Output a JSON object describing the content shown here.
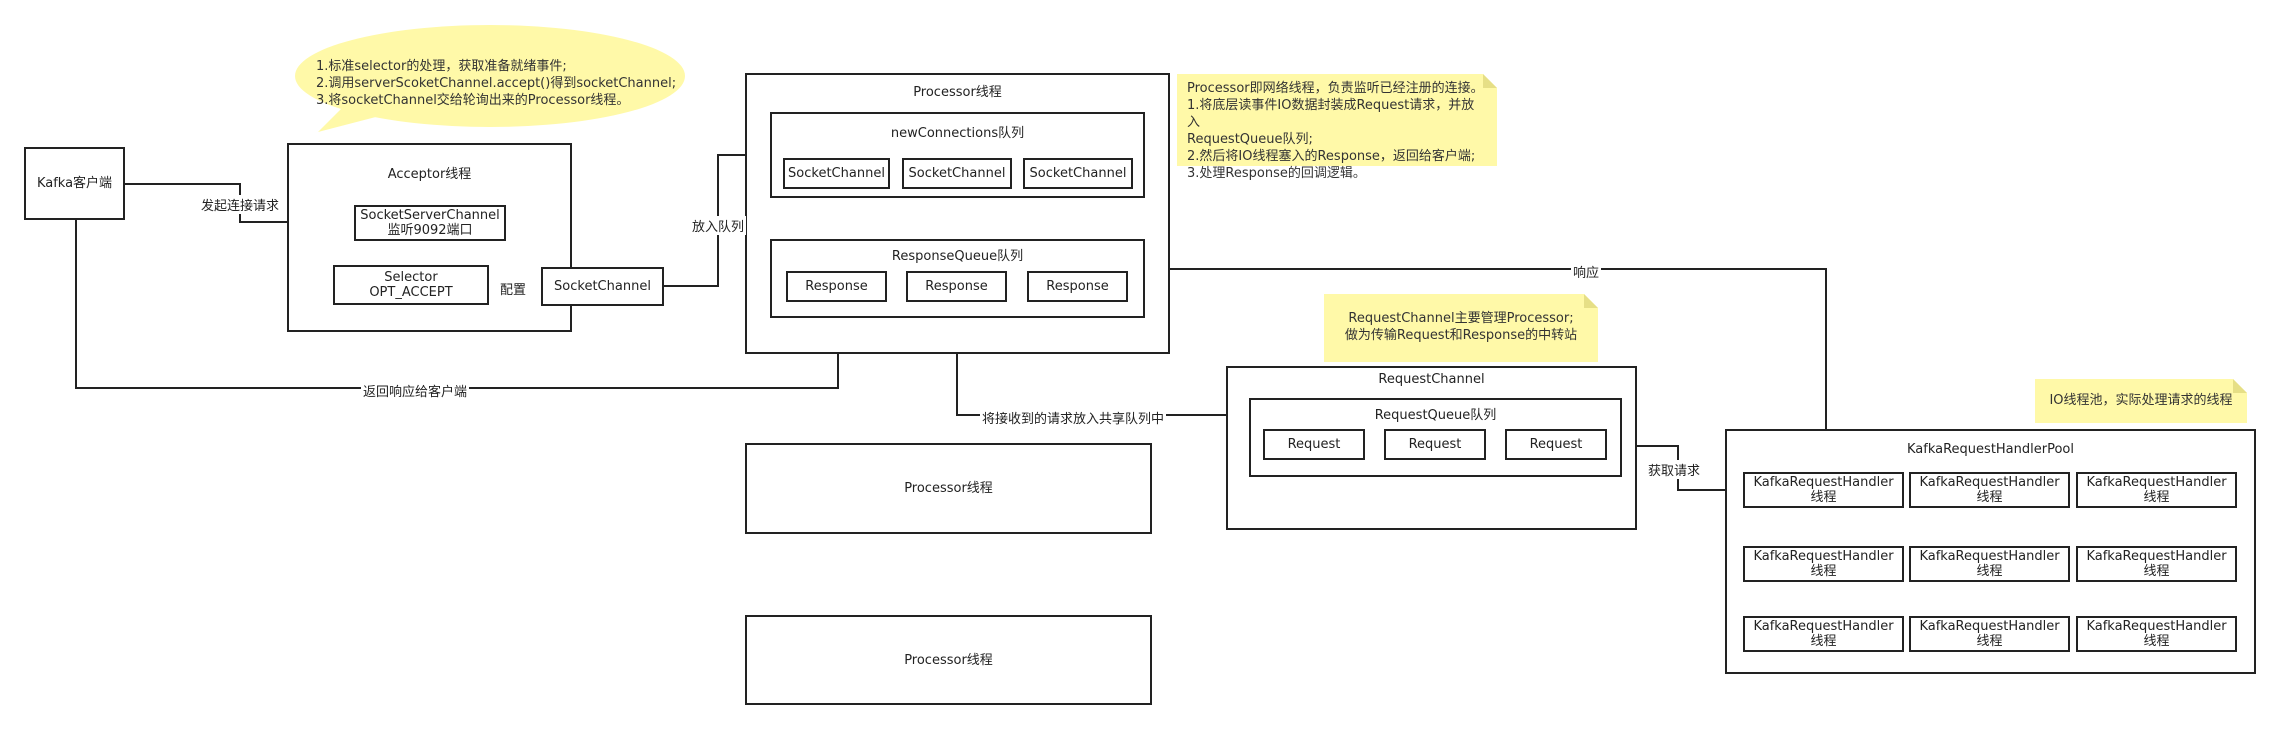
{
  "client": "Kafka客户端",
  "acceptor": {
    "title": "Acceptor线程",
    "socket_server_line1": "SocketServerChannel",
    "socket_server_line2": "监听9092端口",
    "selector_line1": "Selector",
    "selector_line2": "OPT_ACCEPT",
    "socket_channel": "SocketChannel"
  },
  "bubble_note": {
    "line1": "1.标准selector的处理，获取准备就绪事件;",
    "line2": "2.调用serverScoketChannel.accept()得到socketChannel;",
    "line3": "3.将socketChannel交给轮询出来的Processor线程。"
  },
  "processor_main": {
    "title": "Processor线程",
    "new_connections": {
      "title": "newConnections队列",
      "items": [
        "SocketChannel",
        "SocketChannel",
        "SocketChannel"
      ]
    },
    "response_queue": {
      "title": "ResponseQueue队列",
      "items": [
        "Response",
        "Response",
        "Response"
      ]
    }
  },
  "processor_note": {
    "line1": "Processor即网络线程，负责监听已经注册的连接。",
    "line2": "1.将底层读事件IO数据封装成Request请求，并放入",
    "line3": "RequestQueue队列;",
    "line4": "2.然后将IO线程塞入的Response，返回给客户端;",
    "line5": "3.处理Response的回调逻辑。"
  },
  "processor_2": "Processor线程",
  "processor_3": "Processor线程",
  "request_channel": {
    "title": "RequestChannel",
    "queue_title": "RequestQueue队列",
    "items": [
      "Request",
      "Request",
      "Request"
    ]
  },
  "request_channel_note": {
    "line1": "RequestChannel主要管理Processor;",
    "line2": "做为传输Request和Response的中转站"
  },
  "handler_pool": {
    "title": "KafkaRequestHandlerPool",
    "handler_line1": "KafkaRequestHandler",
    "handler_line2": "线程",
    "rows": [
      [
        "KafkaRequestHandler 线程",
        "KafkaRequestHandler 线程",
        "KafkaRequestHandler 线程"
      ],
      [
        "KafkaRequestHandler 线程",
        "KafkaRequestHandler 线程",
        "KafkaRequestHandler 线程"
      ],
      [
        "KafkaRequestHandler 线程",
        "KafkaRequestHandler 线程",
        "KafkaRequestHandler 线程"
      ]
    ]
  },
  "io_note": "IO线程池，实际处理请求的线程",
  "edges": {
    "initiate": "发起连接请求",
    "configure": "配置",
    "enqueue": "放入队列",
    "return_response": "返回响应给客户端",
    "put_shared_queue": "将接收到的请求放入共享队列中",
    "fetch_request": "获取请求",
    "respond": "响应"
  }
}
